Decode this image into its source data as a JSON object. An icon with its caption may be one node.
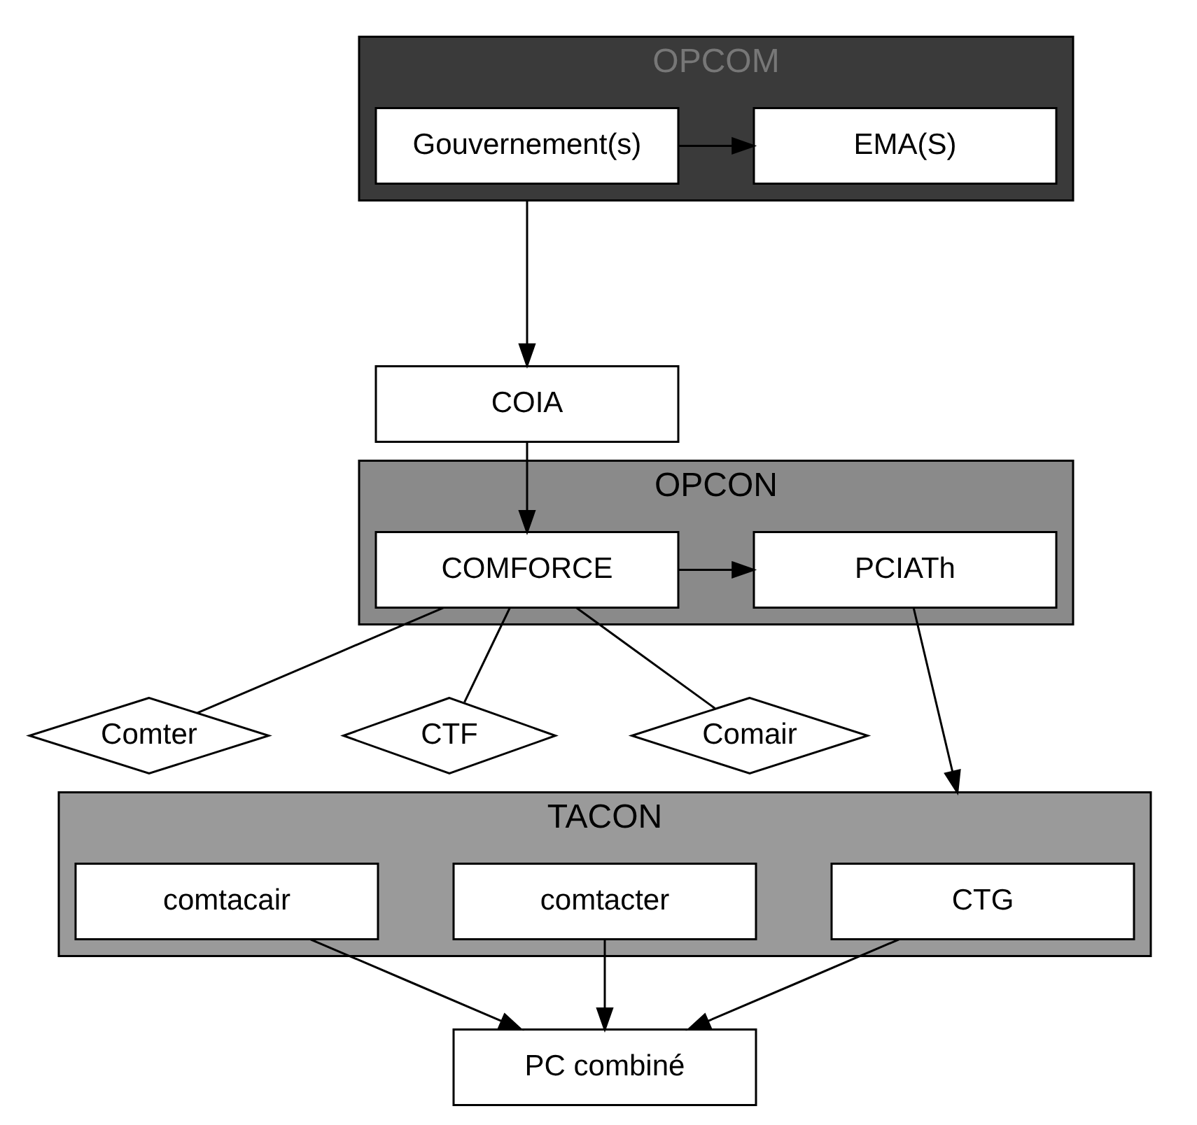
{
  "diagram": {
    "nodes": [
      {
        "text": [
          "OPCOM"
        ]
      },
      {
        "text": [
          "Gouvernement(s)"
        ],
        "in": 0
      },
      {
        "text": [
          "EMA(S)"
        ],
        "in": 0
      },
      {
        "text": [
          "COIA"
        ]
      },
      {
        "text": [
          "OPCON"
        ]
      },
      {
        "text": [
          "COMFORCE"
        ],
        "in": 4
      },
      {
        "text": [
          "PCIATh"
        ],
        "in": 4
      },
      {
        "text": [
          "Comter"
        ]
      },
      {
        "text": [
          "CTF"
        ]
      },
      {
        "text": [
          "Comair"
        ]
      },
      {
        "text": [
          "TACON"
        ]
      },
      {
        "text": [
          "CTG"
        ],
        "in": 10
      },
      {
        "text": [
          "comtacter"
        ],
        "in": 10
      },
      {
        "text": [
          "comtacair"
        ],
        "in": 10
      },
      {
        "text": [
          "PC combiné"
        ]
      }
    ],
    "edges": [
      {
        "from": 1,
        "to": 2,
        "arrow": "to"
      },
      {
        "from": 0,
        "to": 3,
        "arrow": "to"
      },
      {
        "from": 3,
        "to": 5,
        "arrow": "to"
      },
      {
        "from": 5,
        "to": 6,
        "arrow": "to"
      },
      {
        "from": 5,
        "to": 7,
        "arrow": "none"
      },
      {
        "from": 5,
        "to": 8,
        "arrow": "none"
      },
      {
        "from": 5,
        "to": 9,
        "arrow": "none"
      },
      {
        "from": 6,
        "to": 10,
        "arrow": "to"
      },
      {
        "from": 11,
        "to": 14,
        "arrow": "to"
      },
      {
        "from": 12,
        "to": 14,
        "arrow": "to"
      },
      {
        "from": 13,
        "to": 14,
        "arrow": "to"
      }
    ]
  }
}
